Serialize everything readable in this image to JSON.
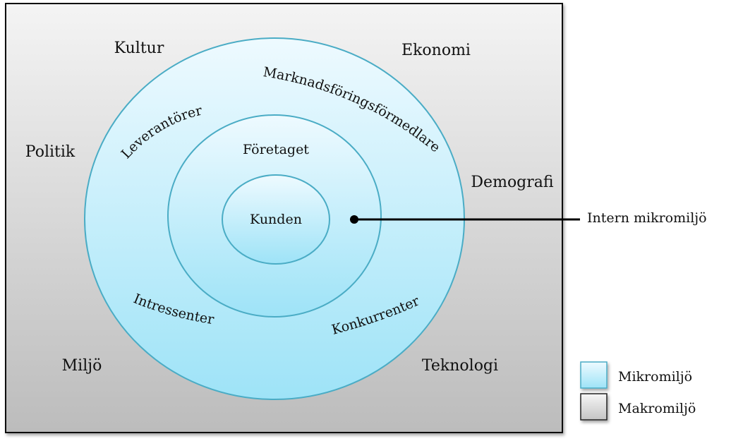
{
  "macro": {
    "labels": {
      "kultur": "Kultur",
      "ekonomi": "Ekonomi",
      "politik": "Politik",
      "demografi": "Demografi",
      "miljo": "Miljö",
      "teknologi": "Teknologi"
    }
  },
  "micro": {
    "outer_ring": {
      "leverantorer": "Leverantörer",
      "marknadsforingsformedlare": "Marknadsföringsförmedlare",
      "intressenter": "Intressenter",
      "konkurrenter": "Konkurrenter"
    },
    "middle_ring": {
      "foretaget": "Företaget"
    },
    "center": {
      "kunden": "Kunden"
    }
  },
  "callout": {
    "label": "Intern mikromiljö"
  },
  "legend": {
    "items": [
      {
        "label": "Mikromiljö",
        "color": "#a6e6f6"
      },
      {
        "label": "Makromiljö",
        "color": "#d0d0d0"
      }
    ]
  },
  "colors": {
    "circle_fill_top": "#eefaff",
    "circle_fill_bottom": "#9ee3f7",
    "circle_stroke": "#4aacc5",
    "macro_fill_top": "#f4f4f4",
    "macro_fill_bottom": "#bcbcbc"
  }
}
